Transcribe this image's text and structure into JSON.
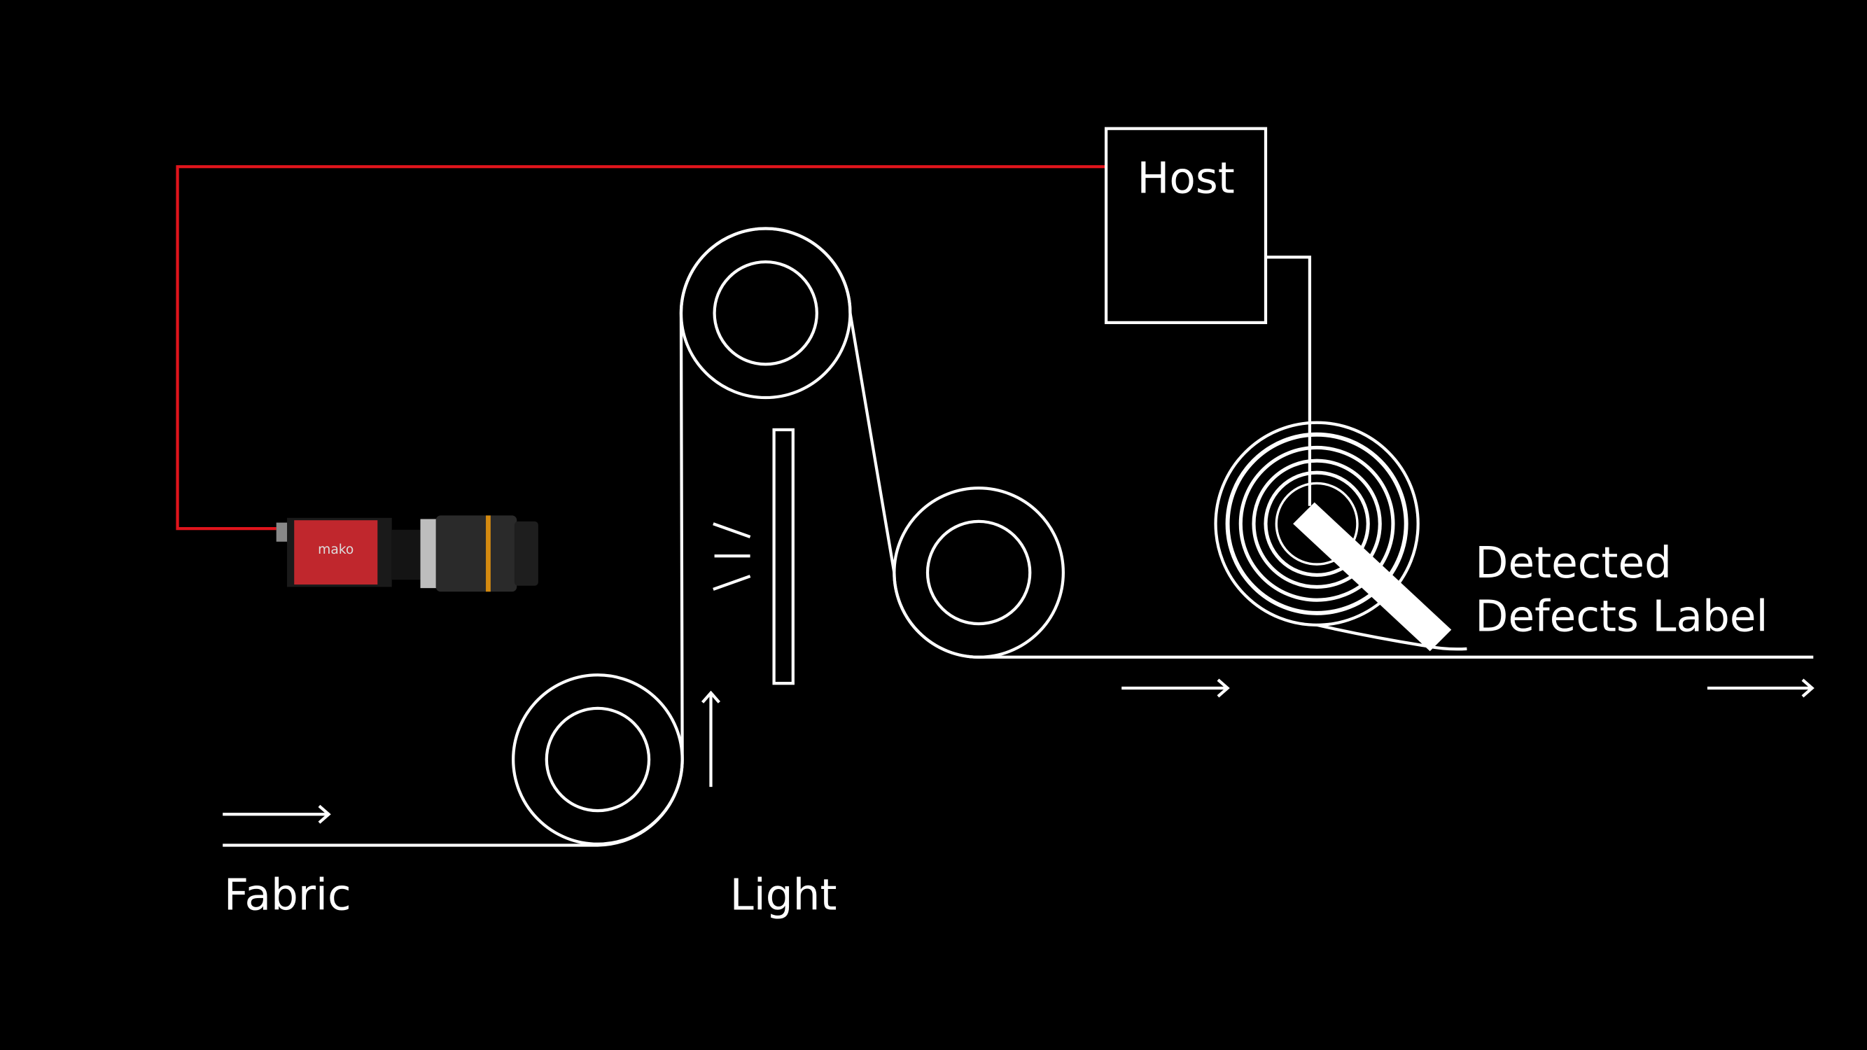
{
  "labels": {
    "host": "Host",
    "detected_line1": "Detected",
    "detected_line2": "Defects Label",
    "fabric": "Fabric",
    "light": "Light",
    "camera_brand": "mako"
  },
  "colors": {
    "background": "#000000",
    "line": "#ffffff",
    "signal": "#e0141c",
    "camera_body": "#c0272d",
    "lens_ring": "#d48a10"
  }
}
